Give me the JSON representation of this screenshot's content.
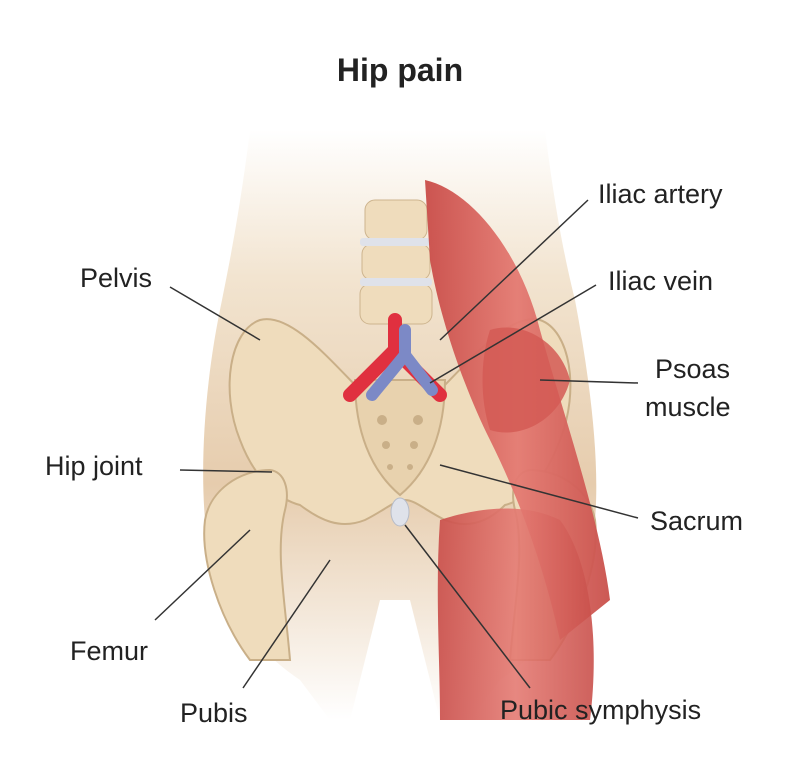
{
  "title": "Hip pain",
  "labels": {
    "iliac_artery": "Iliac artery",
    "iliac_vein": "Iliac vein",
    "pelvis": "Pelvis",
    "psoas_line1": "Psoas",
    "psoas_line2": "muscle",
    "hip_joint": "Hip joint",
    "sacrum": "Sacrum",
    "femur": "Femur",
    "pubis": "Pubis",
    "pubic_symphysis": "Pubic symphysis"
  },
  "colors": {
    "skin": "#e6ccad",
    "bone": "#efdcbc",
    "bone_shadow": "#cdb48e",
    "muscle": "#d9655e",
    "artery": "#e0303f",
    "vein": "#7c89c6",
    "leader": "#333333"
  }
}
